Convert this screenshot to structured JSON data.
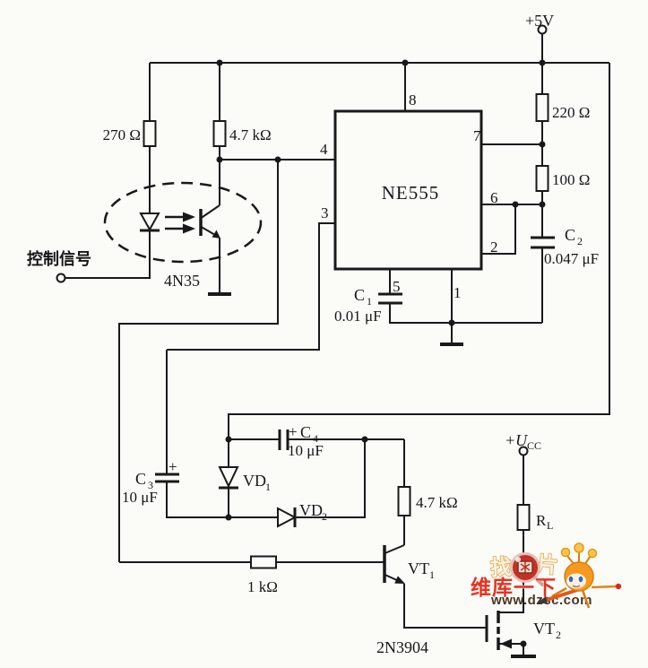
{
  "supply": {
    "v5": "+5V",
    "ucc_main": "+U",
    "ucc_sub": "CC"
  },
  "control": {
    "label": "控制信号"
  },
  "optocoupler": {
    "part": "4N35"
  },
  "ic": {
    "name": "NE555",
    "pins": {
      "p8": "8",
      "p4": "4",
      "p3": "3",
      "p7": "7",
      "p6": "6",
      "p2": "2",
      "p5": "5",
      "p1": "1"
    }
  },
  "resistors": {
    "r270": "270 Ω",
    "r4k7_top": "4.7 kΩ",
    "r220": "220 Ω",
    "r100": "100 Ω",
    "r4k7_bot": "4.7 kΩ",
    "r1k": "1 kΩ",
    "rl_main": "R",
    "rl_sub": "L"
  },
  "capacitors": {
    "c1_main": "C",
    "c1_sub": "1",
    "c1_val": "0.01 μF",
    "c2_main": "C",
    "c2_sub": "2",
    "c2_val": "0.047 μF",
    "c3_main": "C",
    "c3_sub": "3",
    "c3_val": "10 μF",
    "c3_plus": "+",
    "c4_main": "C",
    "c4_sub": "4",
    "c4_val": "10 μF",
    "c4_plus": "+"
  },
  "diodes": {
    "vd1_main": "VD",
    "vd1_sub": "1",
    "vd2_main": "VD",
    "vd2_sub": "2"
  },
  "transistors": {
    "vt1_main": "VT",
    "vt1_sub": "1",
    "vt1_part": "2N3904",
    "vt2_main": "VT",
    "vt2_sub": "2"
  },
  "watermark": {
    "char_left": "找",
    "char_right": "片",
    "slogan": "维库一下",
    "url": "www.dzsc.com"
  },
  "colors": {
    "line": "#191919",
    "bg": "#fbfbf8",
    "wm_red": "#e63322",
    "wm_orange": "#f59a1f",
    "wm_dark": "#4a3424"
  }
}
